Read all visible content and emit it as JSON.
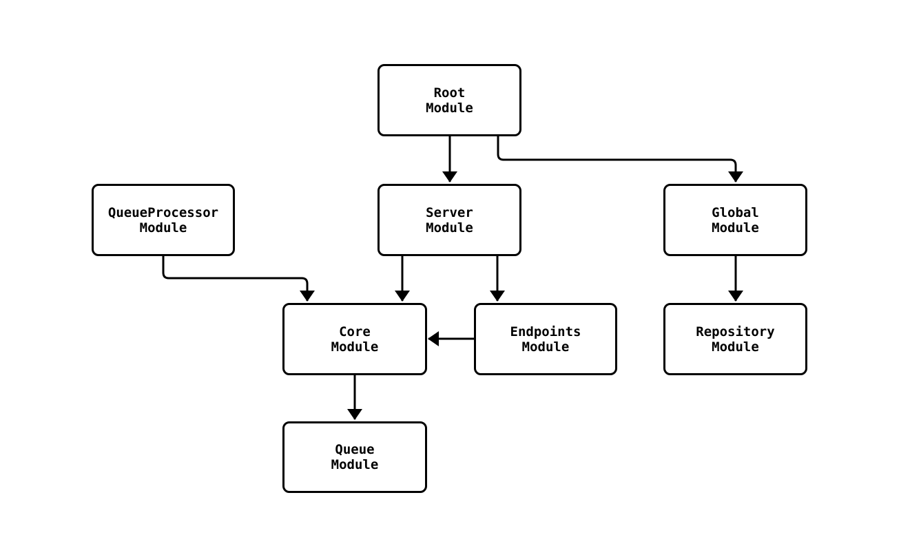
{
  "diagram": {
    "nodes": [
      {
        "id": "root",
        "lines": [
          "Root",
          "Module"
        ]
      },
      {
        "id": "queueprocessor",
        "lines": [
          "QueueProcessor",
          "Module"
        ]
      },
      {
        "id": "server",
        "lines": [
          "Server",
          "Module"
        ]
      },
      {
        "id": "global",
        "lines": [
          "Global",
          "Module"
        ]
      },
      {
        "id": "core",
        "lines": [
          "Core",
          "Module"
        ]
      },
      {
        "id": "endpoints",
        "lines": [
          "Endpoints",
          "Module"
        ]
      },
      {
        "id": "repository",
        "lines": [
          "Repository",
          "Module"
        ]
      },
      {
        "id": "queue",
        "lines": [
          "Queue",
          "Module"
        ]
      }
    ],
    "edges": [
      {
        "from": "root",
        "to": "server"
      },
      {
        "from": "root",
        "to": "global"
      },
      {
        "from": "queueprocessor",
        "to": "core"
      },
      {
        "from": "server",
        "to": "core"
      },
      {
        "from": "server",
        "to": "endpoints"
      },
      {
        "from": "endpoints",
        "to": "core"
      },
      {
        "from": "global",
        "to": "repository"
      },
      {
        "from": "core",
        "to": "queue"
      }
    ],
    "colors": {
      "line": "#000000",
      "node_fill": "#ffffff",
      "background": "#ffffff",
      "text": "#000000"
    }
  }
}
